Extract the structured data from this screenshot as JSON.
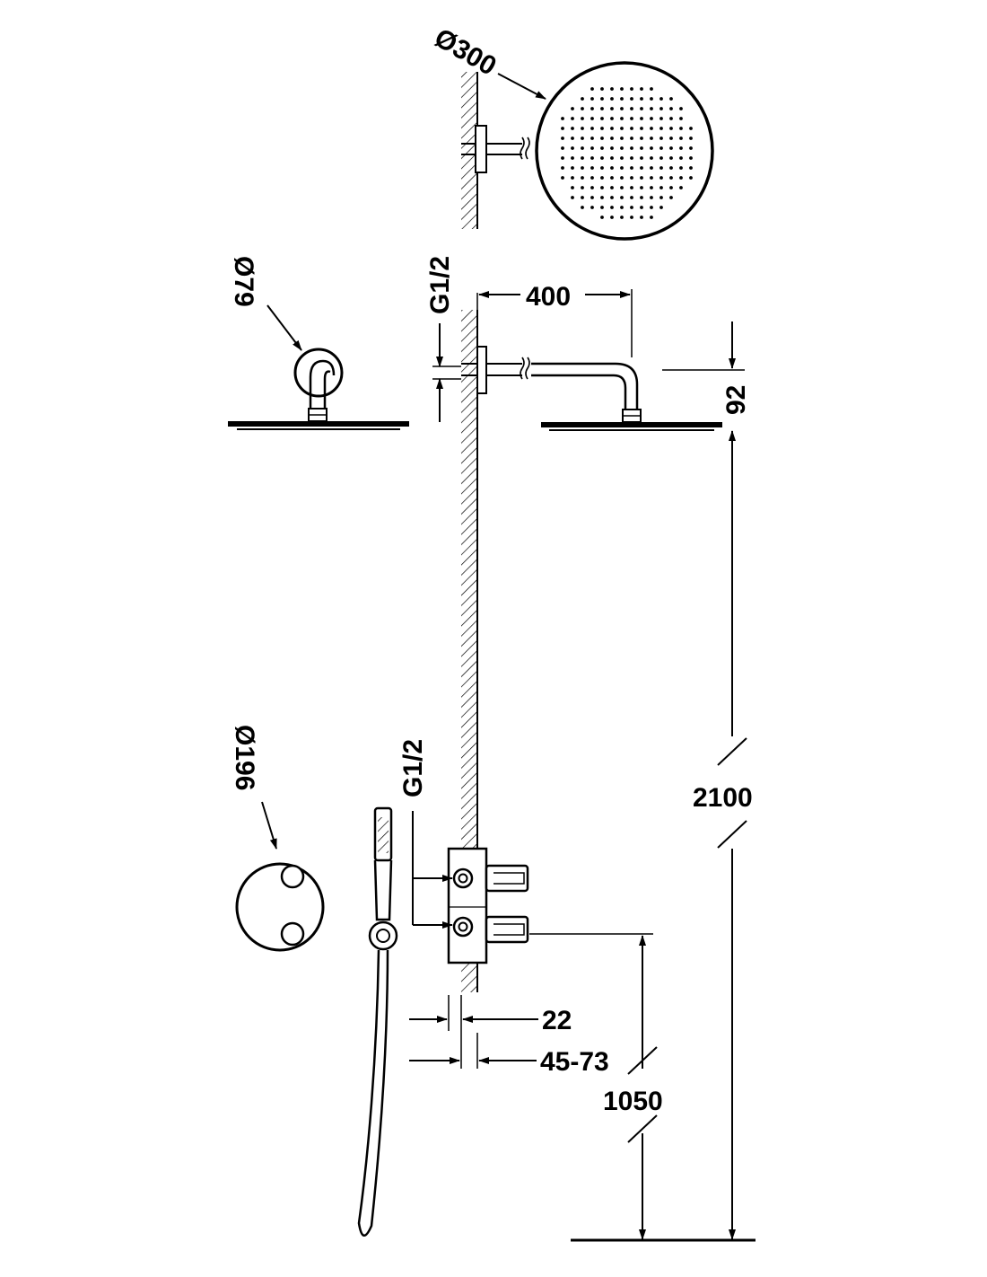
{
  "drawing": {
    "colors": {
      "ink": "#000000",
      "paper": "#ffffff"
    },
    "labels": {
      "shower_head_diameter": "Ø300",
      "arm_flange_diameter": "Ø79",
      "upper_thread": "G1/2",
      "arm_length": "400",
      "arm_drop": "92",
      "head_height": "2100",
      "valve_plate_diameter": "Ø196",
      "valve_thread": "G1/2",
      "wall_offset": "22",
      "valve_depth": "45-73",
      "valve_height": "1050"
    }
  }
}
